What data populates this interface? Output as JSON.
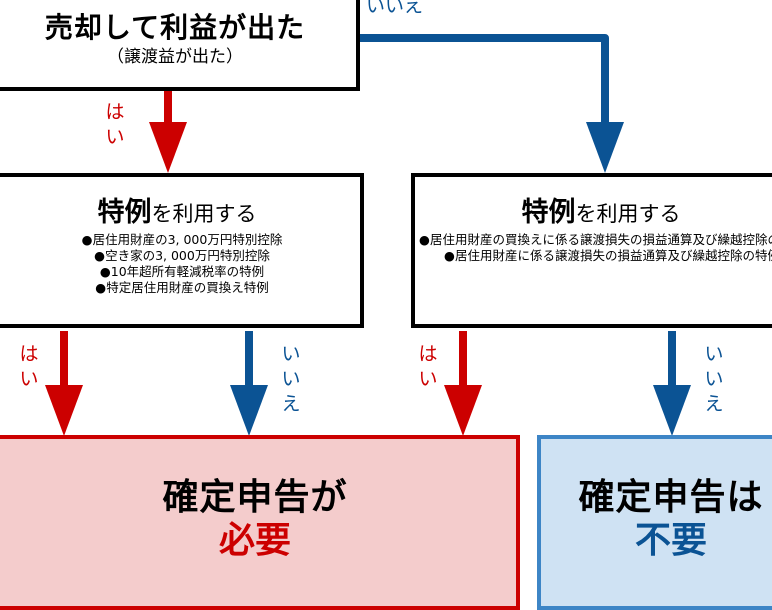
{
  "colors": {
    "yes": "#cc0000",
    "no": "#0b5394",
    "need_bg": "#f4cccc",
    "need_border": "#cc0000",
    "noneed_bg": "#cfe2f3",
    "noneed_border": "#3d85c6"
  },
  "start": {
    "title": "売却して利益が出た",
    "subtitle": "（譲渡益が出た）"
  },
  "labels": {
    "yes": "はい",
    "no": "いいえ"
  },
  "left_rule": {
    "title_bold": "特例",
    "title_rest": "を利用する",
    "items": [
      "●居住用財産の3, 000万円特別控除",
      "●空き家の3, 000万円特別控除",
      "●10年超所有軽減税率の特例",
      "●特定居住用財産の買換え特例"
    ]
  },
  "right_rule": {
    "title_bold": "特例",
    "title_rest": "を利用する",
    "items": [
      "●居住用財産の買換えに係る譲渡損失の損益通算及び繰越控除の特例",
      "●居住用財産に係る譲渡損失の損益通算及び繰越控除の特例"
    ]
  },
  "results": {
    "need": {
      "line1": "確定申告が",
      "line2": "必要"
    },
    "no_need": {
      "line1": "確定申告は",
      "line2": "不要"
    }
  }
}
